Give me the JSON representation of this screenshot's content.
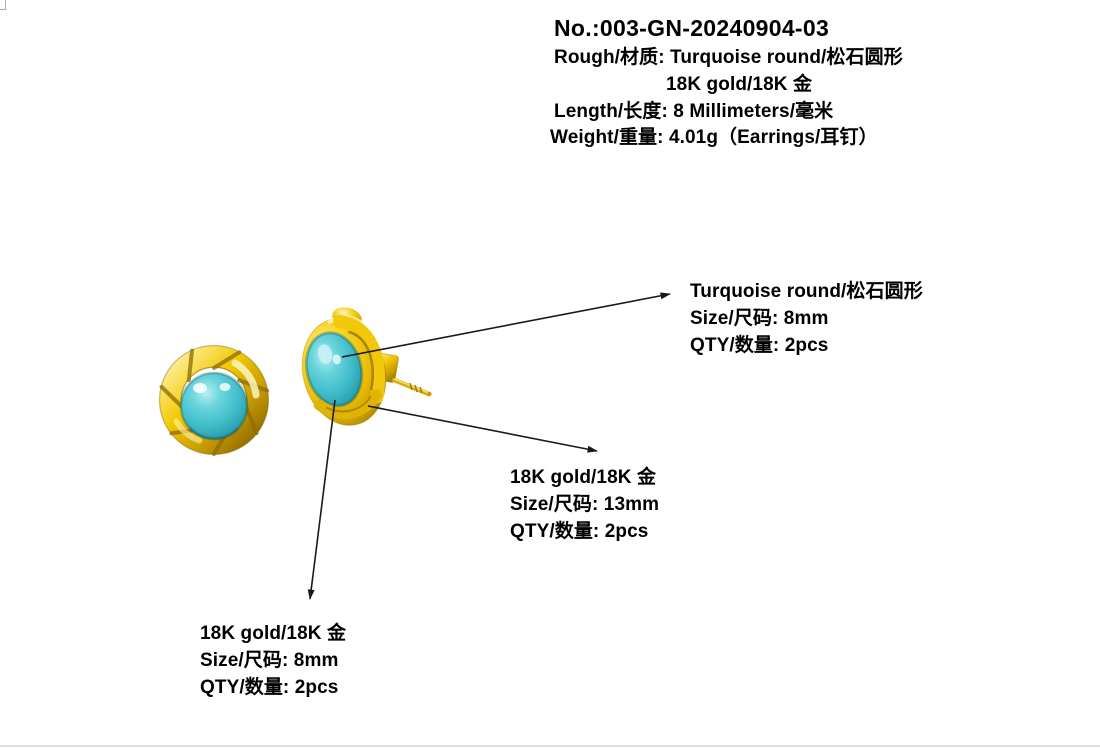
{
  "document": {
    "type": "jewelry-spec-sheet",
    "background": "#ffffff"
  },
  "header": {
    "product_no": "No.:003-GN-20240904-03",
    "spec_lines": [
      "Rough/材质: Turquoise round/松石圆形",
      "18K gold/18K 金",
      "Length/长度: 8 Millimeters/毫米",
      "Weight/重量: 4.01g（Earrings/耳钉）"
    ]
  },
  "product_photo": {
    "front_view": "gold-knot-stud-earring-with-turquoise-ball-front",
    "side_view": "gold-knot-stud-earring-with-turquoise-ball-side-with-post"
  },
  "callouts": [
    {
      "target": "turquoise-stone",
      "lines": [
        "Turquoise round/松石圆形",
        "Size/尺码: 8mm",
        "QTY/数量: 2pcs"
      ]
    },
    {
      "target": "gold-knot-setting",
      "lines": [
        "18K gold/18K 金",
        "Size/尺码: 13mm",
        "QTY/数量: 2pcs"
      ]
    },
    {
      "target": "gold-post",
      "lines": [
        "18K gold/18K 金",
        "Size/尺码: 8mm",
        "QTY/数量: 2pcs"
      ]
    }
  ],
  "colors": {
    "gold": "#EFC516",
    "gold_dark": "#8F6B00",
    "gold_light": "#FFF6C2",
    "turquoise": "#3FBECB",
    "turquoise_dark": "#2596A9",
    "arrow": "#1a1a1a",
    "text": "#000000"
  }
}
